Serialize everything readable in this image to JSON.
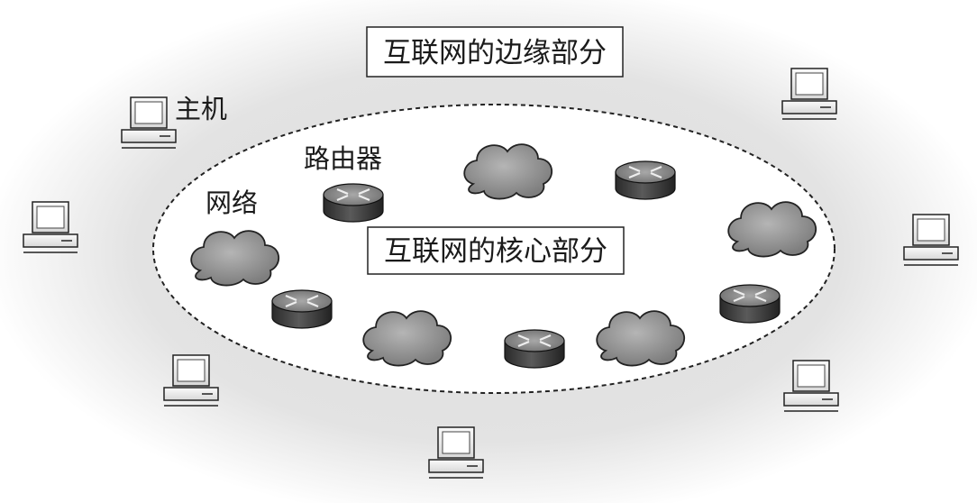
{
  "labels": {
    "edge": "互联网的边缘部分",
    "core": "互联网的核心部分",
    "host": "主机",
    "router": "路由器",
    "network": "网络"
  },
  "colors": {
    "edge_background": "#e6e6e6",
    "core_background": "#ffffff",
    "dashed_border": "#222222",
    "cloud_fill": "#9a9a9a",
    "router_body": "#3a3a3a",
    "router_top": "#8c8c8c",
    "host_fill": "#f0f0f0"
  },
  "icons": {
    "host": "desktop-computer-icon",
    "router": "router-icon",
    "network": "network-cloud-icon"
  }
}
